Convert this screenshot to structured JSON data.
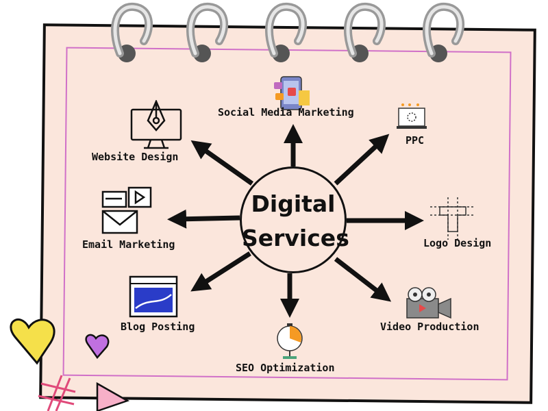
{
  "center": {
    "line1": "Digital",
    "line2": "Services"
  },
  "services": [
    {
      "label": "Social Media Marketing",
      "icon": "social-media-icon"
    },
    {
      "label": "PPC",
      "icon": "ppc-icon"
    },
    {
      "label": "Logo Design",
      "icon": "logo-design-icon"
    },
    {
      "label": "Video Production",
      "icon": "video-camera-icon"
    },
    {
      "label": "SEO Optimization",
      "icon": "stopwatch-icon"
    },
    {
      "label": "Blog Posting",
      "icon": "blog-browser-icon"
    },
    {
      "label": "Email Marketing",
      "icon": "email-icon"
    },
    {
      "label": "Website Design",
      "icon": "pen-tool-monitor-icon"
    }
  ],
  "colors": {
    "paper": "#fbe6dc",
    "frame": "#d070c8",
    "heart_yellow": "#f5e04a",
    "heart_purple": "#c070e0",
    "accent_blue": "#2a3cc8",
    "accent_orange": "#f59a23"
  }
}
